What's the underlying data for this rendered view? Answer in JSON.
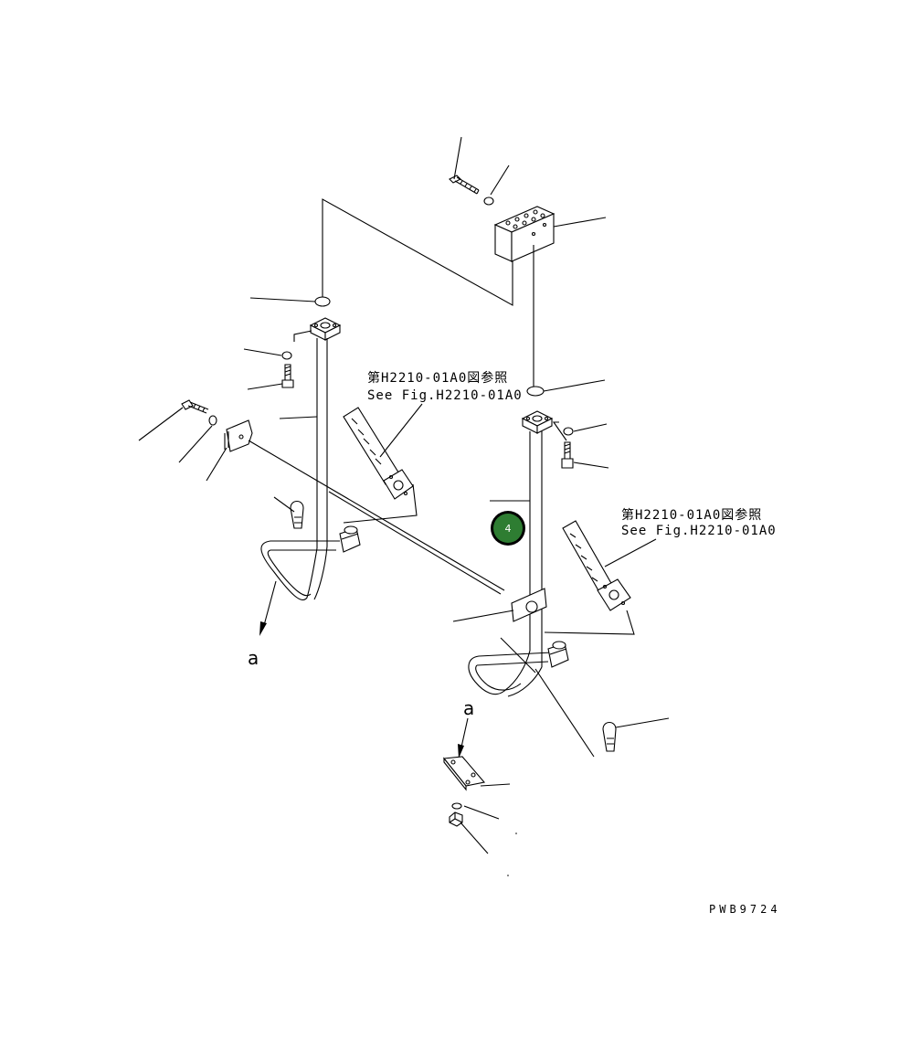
{
  "references": {
    "left": {
      "line1": "第H2210-01A0図参照",
      "line2": "See Fig.H2210-01A0"
    },
    "right": {
      "line1": "第H2210-01A0図参照",
      "line2": "See Fig.H2210-01A0"
    }
  },
  "labels": {
    "a_left": "a",
    "a_right": "a"
  },
  "badge": {
    "number": "4",
    "color": "#2e7d32"
  },
  "drawing_code": "PWB9724"
}
